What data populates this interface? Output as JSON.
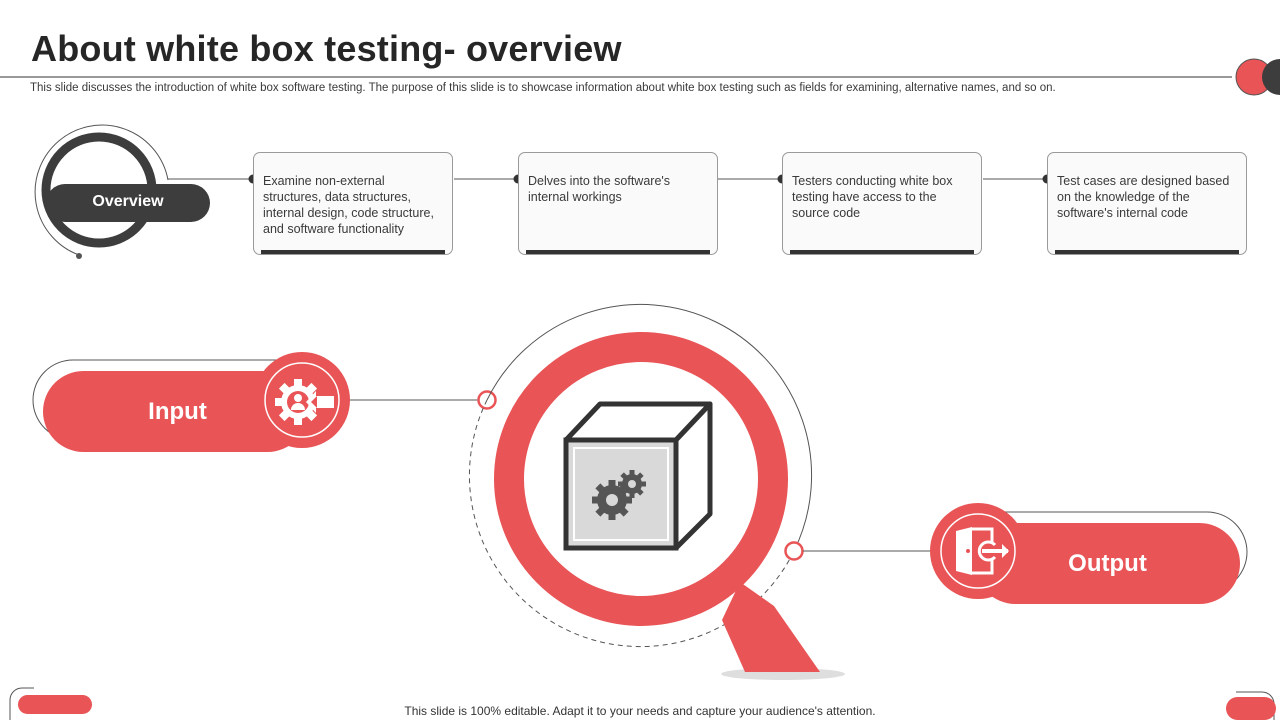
{
  "title": "About white box testing- overview",
  "subtitle": "This slide discusses the introduction of white box software testing. The purpose of this slide is to showcase information about white box testing such as fields for examining, alternative names, and so on.",
  "overview": {
    "label": "Overview"
  },
  "cards": [
    {
      "text": "Examine non-external structures, data structures, internal design, code structure, and software functionality"
    },
    {
      "text": "Delves into the software's internal workings"
    },
    {
      "text": "Testers conducting white box testing have access to the source code"
    },
    {
      "text": "Test cases are designed based on the knowledge of the software's internal code"
    }
  ],
  "process": {
    "input_label": "Input",
    "output_label": "Output",
    "input_icon": "gear-user-arrow-icon",
    "output_icon": "door-exit-icon",
    "center_icon": "magnifier-box-gears-icon"
  },
  "footer": "This slide is 100% editable. Adapt it to your needs and capture your audience's attention.",
  "colors": {
    "accent": "#e95456",
    "dark": "#3d3d3d",
    "line": "#555555",
    "gray_fill": "#d9d9d9"
  }
}
